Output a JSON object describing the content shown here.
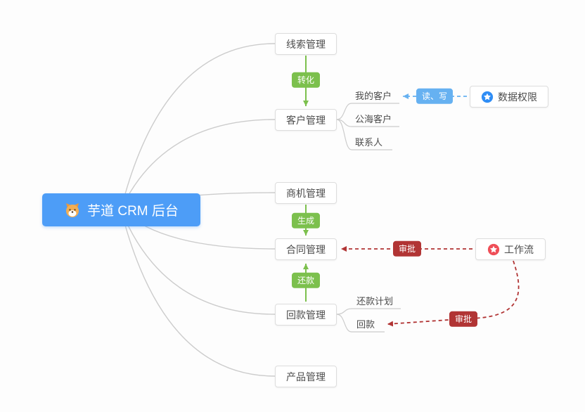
{
  "root": {
    "label": "芋道 CRM 后台"
  },
  "nodes": {
    "leads": {
      "label": "线索管理"
    },
    "customers": {
      "label": "客户管理"
    },
    "business": {
      "label": "商机管理"
    },
    "contract": {
      "label": "合同管理"
    },
    "receivable": {
      "label": "回款管理"
    },
    "product": {
      "label": "产品管理"
    },
    "data_permission": {
      "label": "数据权限"
    },
    "workflow": {
      "label": "工作流"
    }
  },
  "subnodes": {
    "my_customers": {
      "label": "我的客户"
    },
    "public_customers": {
      "label": "公海客户"
    },
    "contacts": {
      "label": "联系人"
    },
    "repayment_plan": {
      "label": "还款计划"
    },
    "repayment": {
      "label": "回款"
    }
  },
  "badges": {
    "convert": {
      "label": "转化"
    },
    "generate": {
      "label": "生成"
    },
    "repay": {
      "label": "还款"
    },
    "read_write": {
      "label": "读、写"
    },
    "approve_contract": {
      "label": "审批"
    },
    "approve_repayment": {
      "label": "审批"
    }
  },
  "colors": {
    "root_bg": "#4d9df7",
    "green": "#7cc04d",
    "blue": "#66b1f1",
    "red": "#b13434",
    "star_blue": "#2f8df5",
    "star_red": "#ef4f58",
    "line_gray": "#cccccc"
  }
}
